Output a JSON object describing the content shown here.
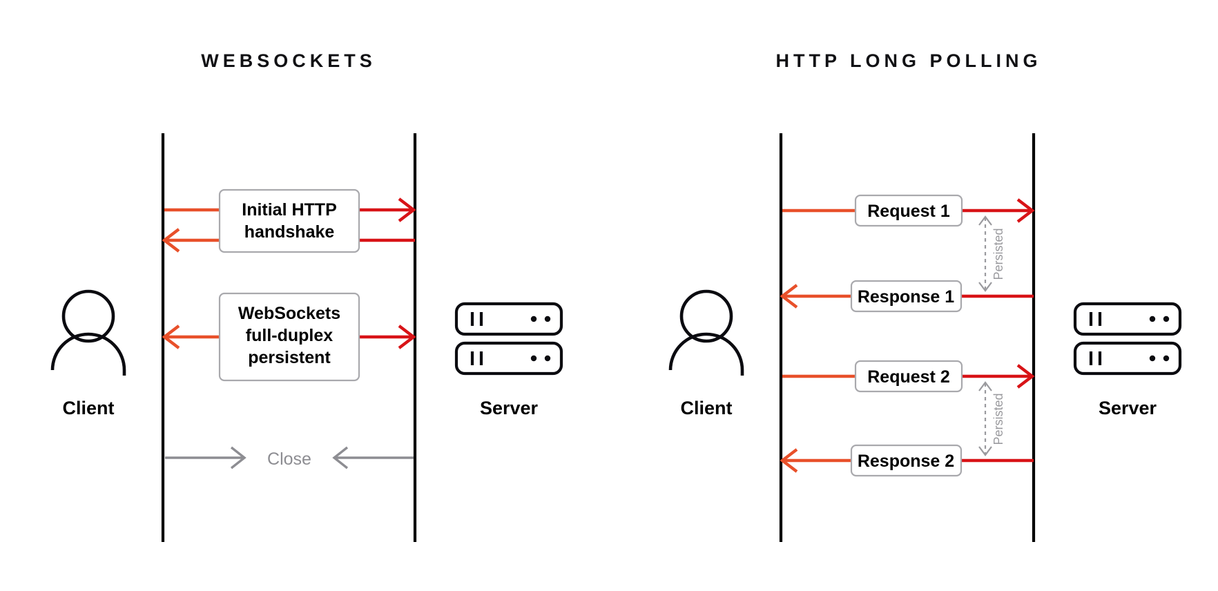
{
  "panels": [
    {
      "id": "websockets",
      "title": "WEBSOCKETS",
      "client_label": "Client",
      "server_label": "Server",
      "client_icon": "person-icon",
      "server_icon": "server-rack-icon",
      "messages": [
        {
          "label": "Initial HTTP\nhandshake",
          "line1": "Initial HTTP",
          "line2": "handshake",
          "line3": ""
        },
        {
          "label": "WebSockets full-duplex persistent",
          "line1": "WebSockets",
          "line2": "full-duplex",
          "line3": "persistent"
        }
      ],
      "close_label": "Close",
      "arrow_colors": {
        "to_server": "#d81317",
        "to_client": "#e8502a",
        "close": "#8d8d92"
      }
    },
    {
      "id": "http-long-polling",
      "title": "HTTP LONG POLLING",
      "client_label": "Client",
      "server_label": "Server",
      "client_icon": "person-icon",
      "server_icon": "server-rack-icon",
      "messages": [
        {
          "label": "Request 1"
        },
        {
          "label": "Response 1"
        },
        {
          "label": "Request 2"
        },
        {
          "label": "Response 2"
        }
      ],
      "persisted_labels": [
        "Persisted",
        "Persisted"
      ],
      "arrow_colors": {
        "to_server": "#d81317",
        "to_client": "#e8502a",
        "persisted": "#9a9a9e"
      }
    }
  ],
  "theme": {
    "background": "#ffffff",
    "lifeline_color": "#000000",
    "box_border": "#a9a9ad",
    "box_fill": "#ffffff",
    "text_color": "#000000",
    "muted_text": "#8d8d92"
  }
}
